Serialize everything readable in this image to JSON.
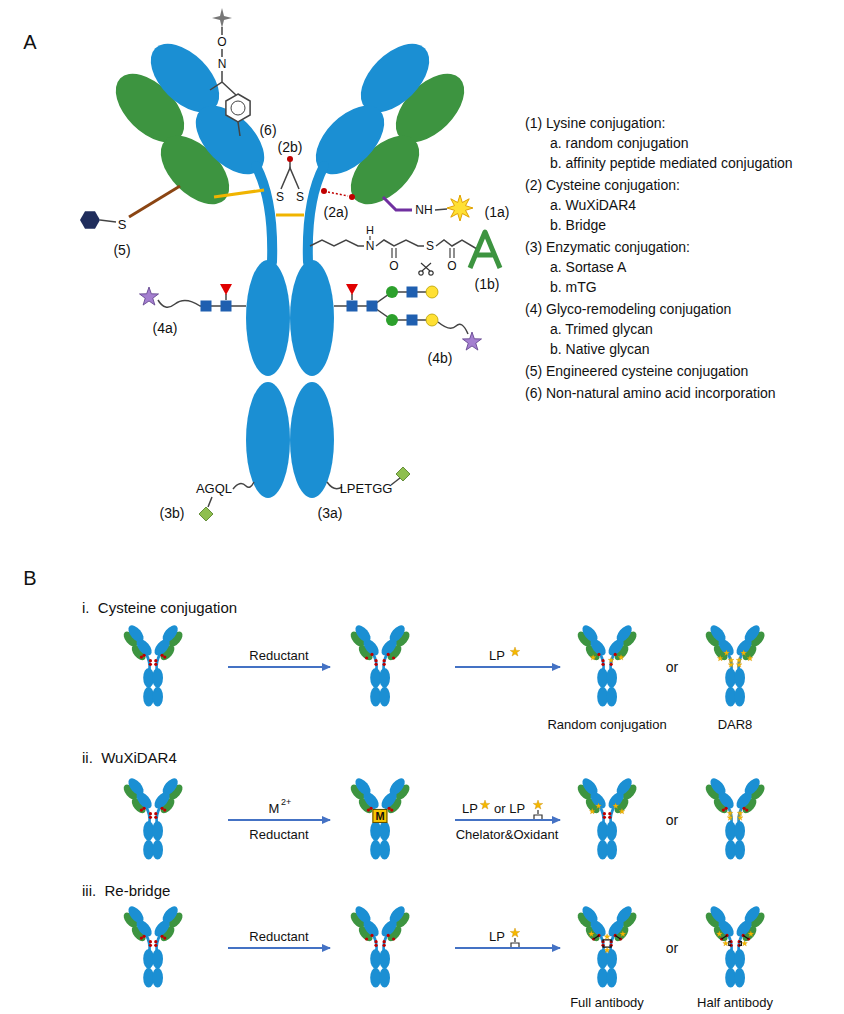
{
  "diagram": {
    "nodes": [
      {
        "text": [
          "M"
        ]
      }
    ],
    "labels": [
      "A",
      "(6)",
      "O",
      "N",
      "(2b)",
      "S",
      "S",
      "(2a)",
      "(5)",
      "S",
      "NH",
      "(1a)",
      "H",
      "N",
      "O",
      "S",
      "O",
      "(1b)",
      "(4a)",
      "(4b)",
      "AGQL",
      "(3b)",
      "LPETGG",
      "(3a)",
      "(1) Lysine conjugation:",
      "a. random conjugation",
      "b. affinity peptide mediated conjugation",
      "(2) Cysteine conjugation:",
      "a. WuXiDAR4",
      "b. Bridge",
      "(3) Enzymatic conjugation:",
      "a. Sortase A",
      "b. mTG",
      "(4) Glyco-remodeling conjugation",
      "a. Trimed glycan",
      "b. Native glycan",
      "(5) Engineered cysteine conjugation",
      "(6) Non-natural amino acid incorporation",
      "B",
      "i.  Cysteine conjugation",
      "Reductant",
      "LP",
      "Random conjugation",
      "or",
      "DAR8",
      "ii.  WuXiDAR4",
      "M",
      "2+",
      "Reductant",
      "LP",
      "or LP",
      "Chelator&Oxidant",
      "or",
      "iii.  Re-bridge",
      "Reductant",
      "LP",
      "Full antibody",
      "or",
      "Half antibody"
    ]
  }
}
